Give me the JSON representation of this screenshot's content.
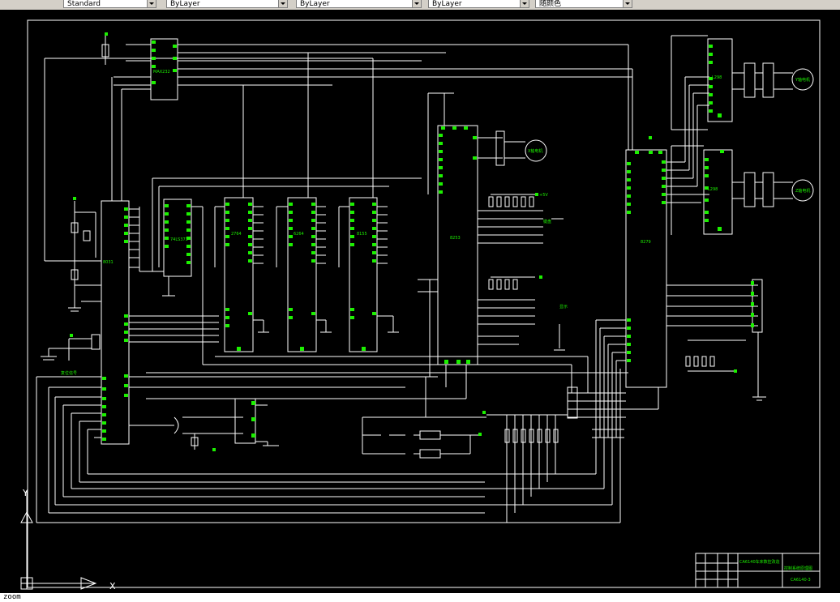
{
  "toolbar": {
    "layer_value": "Standard",
    "color_value": "ByLayer",
    "linetype_value": "ByLayer",
    "lineweight_value": "ByLayer",
    "plotstyle_value": "随颜色"
  },
  "drawing": {
    "chips": {
      "u_top_left": "MAX232",
      "u_cpu_left": "8031",
      "u_latch": "74LS373",
      "u_eprom": "2764",
      "u_ram": "6264",
      "u_io": "8155",
      "u_center": "8253",
      "u_right_main": "8279",
      "u_drv_top": "L298",
      "u_drv_bottom": "L298"
    },
    "labels": {
      "motor_x": "X轴电机",
      "motor_y": "Y轴电机",
      "motor_z": "Z轴电机",
      "reset_label": "复位信号",
      "vcc": "+5V",
      "keyboard": "键盘",
      "display": "显示"
    },
    "title_block": {
      "title": "CA6140车床数控改造",
      "subtitle": "控制系统原理图",
      "drawing_no": "CA6140-3"
    }
  },
  "ucs": {
    "x_label": "X",
    "y_label": "Y"
  },
  "command": {
    "text": "zoom"
  }
}
